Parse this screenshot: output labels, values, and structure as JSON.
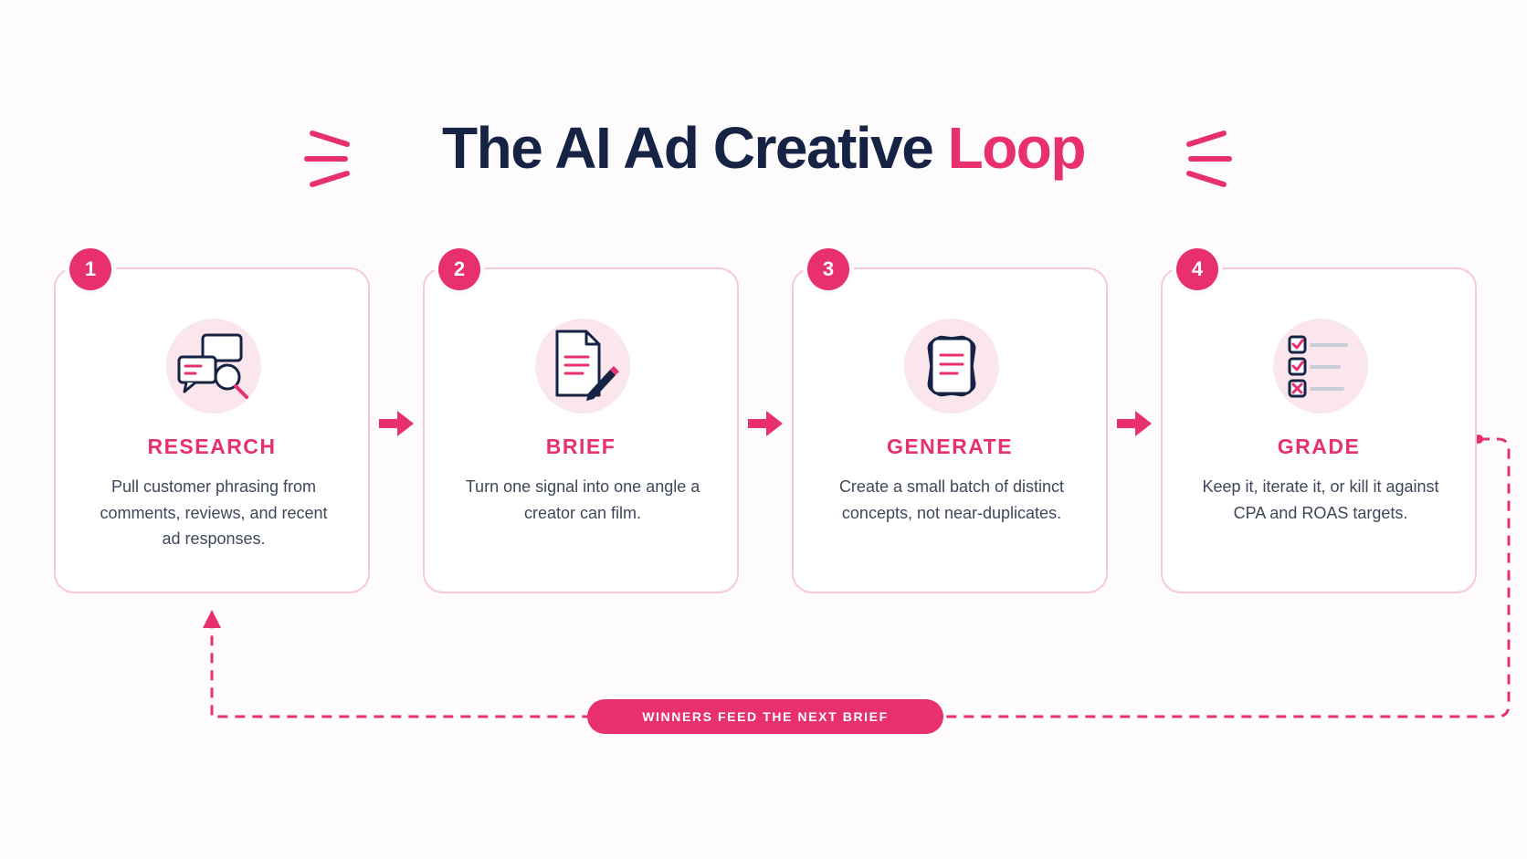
{
  "title": {
    "main": "The AI Ad Creative ",
    "accent": "Loop"
  },
  "colors": {
    "accent": "#e8306f",
    "navy": "#162344",
    "card_border": "#f6c9d6",
    "icon_bg": "#fbe6ed"
  },
  "steps": [
    {
      "number": "1",
      "title": "RESEARCH",
      "description": "Pull customer phrasing from comments, reviews, and recent ad responses.",
      "icon": "chat-search-icon"
    },
    {
      "number": "2",
      "title": "BRIEF",
      "description": "Turn one signal into one angle a creator can film.",
      "icon": "document-pen-icon"
    },
    {
      "number": "3",
      "title": "GENERATE",
      "description": "Create a small batch of distinct concepts, not near-duplicates.",
      "icon": "stacked-cards-icon"
    },
    {
      "number": "4",
      "title": "GRADE",
      "description": "Keep it, iterate it, or kill it against CPA and ROAS targets.",
      "icon": "checklist-icon"
    }
  ],
  "loop": {
    "label": "WINNERS FEED THE NEXT BRIEF"
  }
}
